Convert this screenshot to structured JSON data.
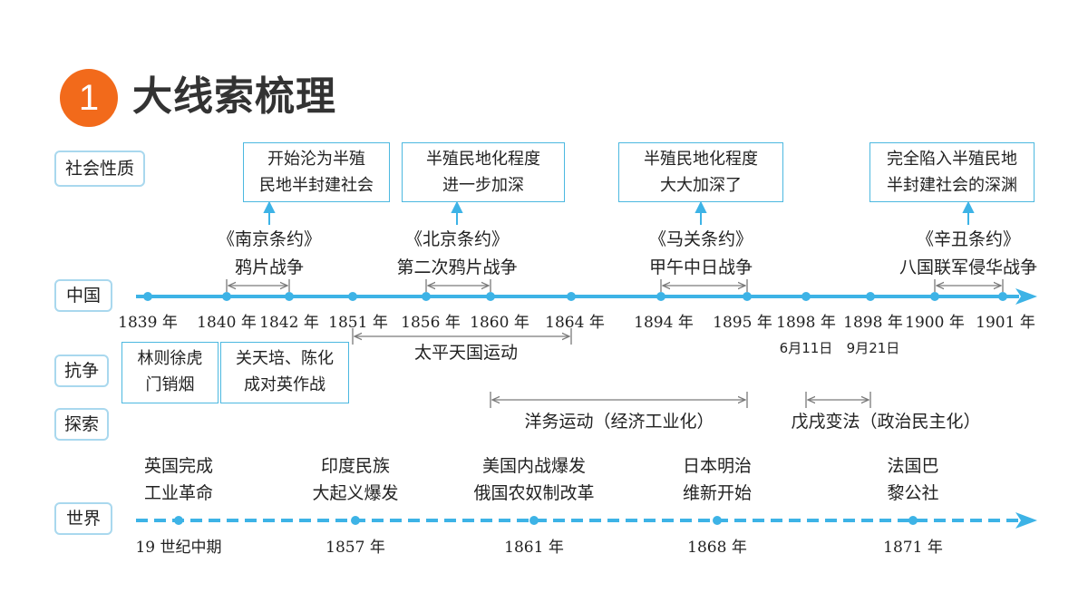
{
  "header": {
    "number": "1",
    "title": "大线索梳理"
  },
  "rows": {
    "society": "社会性质",
    "china": "中国",
    "resist": "抗争",
    "explore": "探索",
    "world": "世界"
  },
  "nature_boxes": [
    {
      "line1": "开始沦为半殖",
      "line2": "民地半封建社会"
    },
    {
      "line1": "半殖民地化程度",
      "line2": "进一步加深"
    },
    {
      "line1": "半殖民地化程度",
      "line2": "大大加深了"
    },
    {
      "line1": "完全陷入半殖民地",
      "line2": "半封建社会的深渊"
    }
  ],
  "treaties": [
    {
      "treaty": "《南京条约》",
      "war": "鸦片战争"
    },
    {
      "treaty": "《北京条约》",
      "war": "第二次鸦片战争"
    },
    {
      "treaty": "《马关条约》",
      "war": "甲午中日战争"
    },
    {
      "treaty": "《辛丑条约》",
      "war": "八国联军侵华战争"
    }
  ],
  "china_years": [
    "1839 年",
    "1840 年",
    "1842 年",
    "1851 年",
    "1856 年",
    "1860 年",
    "1864 年",
    "1894 年",
    "1895 年",
    "1898 年",
    "1898 年",
    "1900 年",
    "1901 年"
  ],
  "china_dates": [
    "6月11日",
    "9月21日"
  ],
  "taiping": "太平天国运动",
  "resist_boxes": [
    {
      "line1": "林则徐虎",
      "line2": "门销烟"
    },
    {
      "line1": "关天培、陈化",
      "line2": "成对英作战"
    }
  ],
  "explore_items": {
    "yangwu": "洋务运动（经济工业化）",
    "wuxu": "戊戌变法（政治民主化）"
  },
  "world_events": [
    {
      "line1": "英国完成",
      "line2": "工业革命",
      "year": "19 世纪中期"
    },
    {
      "line1": "印度民族",
      "line2": "大起义爆发",
      "year": "1857 年"
    },
    {
      "line1": "美国内战爆发",
      "line2": "俄国农奴制改革",
      "year": "1861 年"
    },
    {
      "line1": "日本明治",
      "line2": "维新开始",
      "year": "1868 年"
    },
    {
      "line1": "法国巴",
      "line2": "黎公社",
      "year": "1871 年"
    }
  ],
  "colors": {
    "accent": "#f26a1b",
    "line": "#3db3e6",
    "box_border": "#4cb8e0",
    "label_border": "#a9d8ee",
    "range": "#7a7a7a"
  }
}
